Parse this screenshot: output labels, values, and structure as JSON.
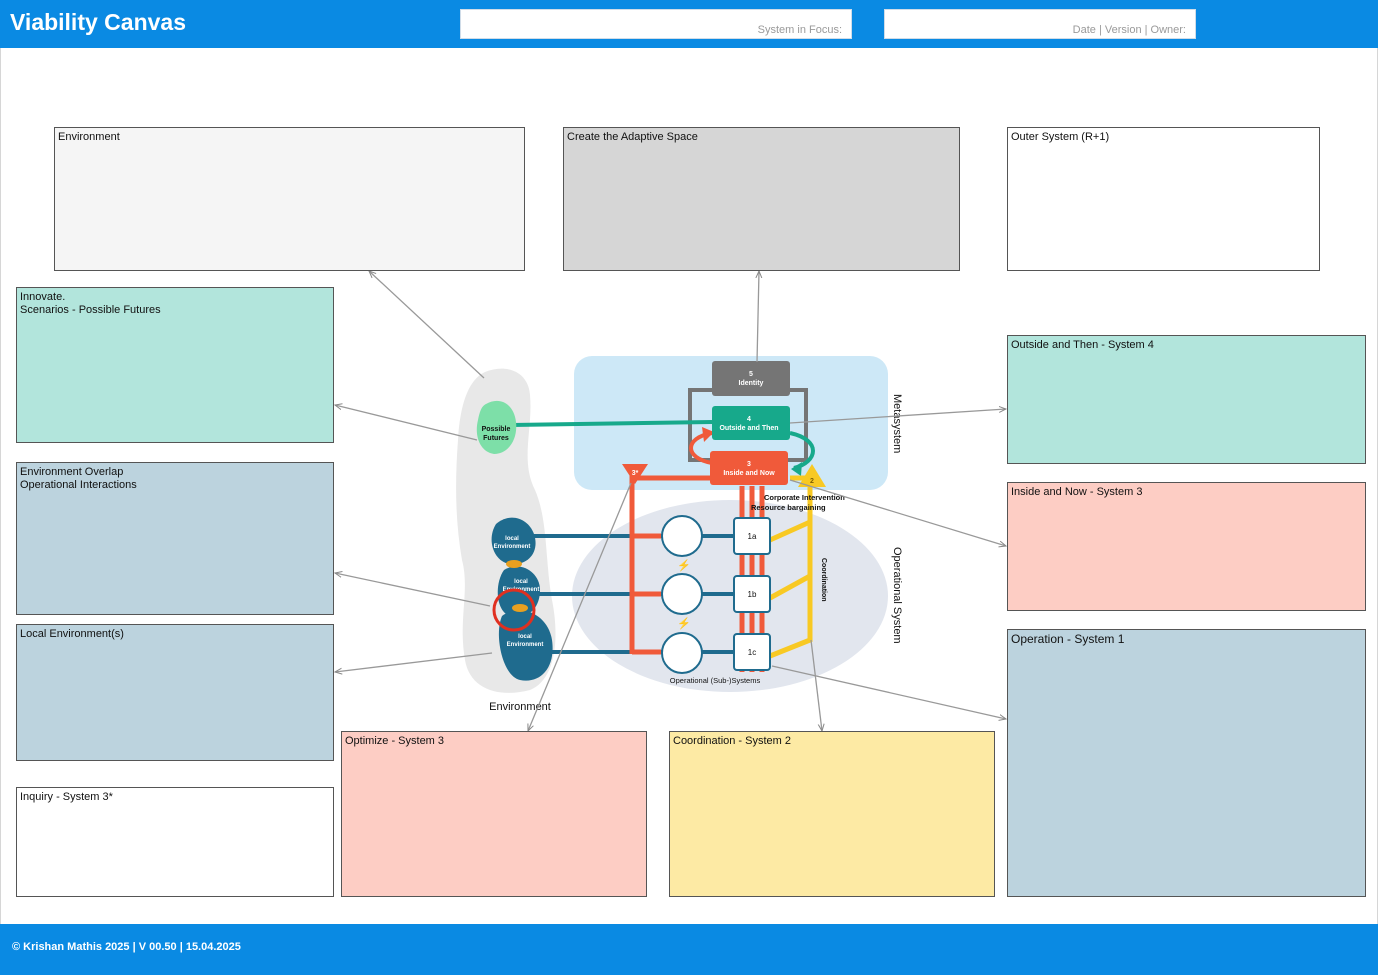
{
  "header": {
    "title": "Viability Canvas",
    "system_in_focus_placeholder": "System in Focus:",
    "meta_placeholder": "Date | Version | Owner:"
  },
  "boxes": {
    "environment": {
      "label": "Environment",
      "color": "#f5f5f5"
    },
    "adaptive_space": {
      "label": "Create the Adaptive Space",
      "color": "#d6d6d6"
    },
    "outer_system": {
      "label": "Outer System (R+1)",
      "color": "#ffffff"
    },
    "innovate": {
      "label_line1": "Innovate.",
      "label_line2": "Scenarios - Possible Futures",
      "color": "#b2e5dc"
    },
    "env_overlap": {
      "label_line1": "Environment Overlap",
      "label_line2": "Operational Interactions",
      "color": "#bcd3de"
    },
    "local_env": {
      "label": "Local Environment(s)",
      "color": "#bcd3de"
    },
    "inquiry": {
      "label": "Inquiry - System 3*",
      "color": "#ffffff"
    },
    "optimize": {
      "label": "Optimize - System 3",
      "color": "#fdcdc4"
    },
    "coordination": {
      "label": "Coordination - System 2",
      "color": "#fdeaa4"
    },
    "system4": {
      "label": "Outside and Then - System 4",
      "color": "#b2e5dc"
    },
    "system3": {
      "label": "Inside and Now - System 3",
      "color": "#fdcdc4"
    },
    "system1": {
      "label": "Operation - System 1",
      "color": "#bcd3de"
    }
  },
  "diagram": {
    "metasystem_label": "Metasystem",
    "operational_system_label": "Operational System",
    "environment_label": "Environment",
    "s5_num": "5",
    "s5_label": "Identity",
    "s4_num": "4",
    "s4_label": "Outside and Then",
    "s3_num": "3",
    "s3_label": "Inside and Now",
    "s3star_label": "3*",
    "s2_label": "2",
    "possible_futures_line1": "Possible",
    "possible_futures_line2": "Futures",
    "corporate_intervention": "Corporate Intervention",
    "resource_bargaining": "Resource bargaining",
    "coordination_label": "Coordination",
    "op_subsystems_label": "Operational (Sub-)Systems",
    "unit_1a": "1a",
    "unit_1b": "1b",
    "unit_1c": "1c",
    "local_env_line1": "local",
    "local_env_line2": "Environment",
    "colors": {
      "system5": "#757575",
      "system4": "#17a98b",
      "system3": "#f05a3a",
      "system2": "#f8c923",
      "system1": "#1f6b8e",
      "metasystem_bg": "#cde8f7",
      "opsystem_bg": "#e2e6ee"
    }
  },
  "footer": {
    "text": "© Krishan Mathis 2025 | V 00.50 | 15.04.2025"
  }
}
